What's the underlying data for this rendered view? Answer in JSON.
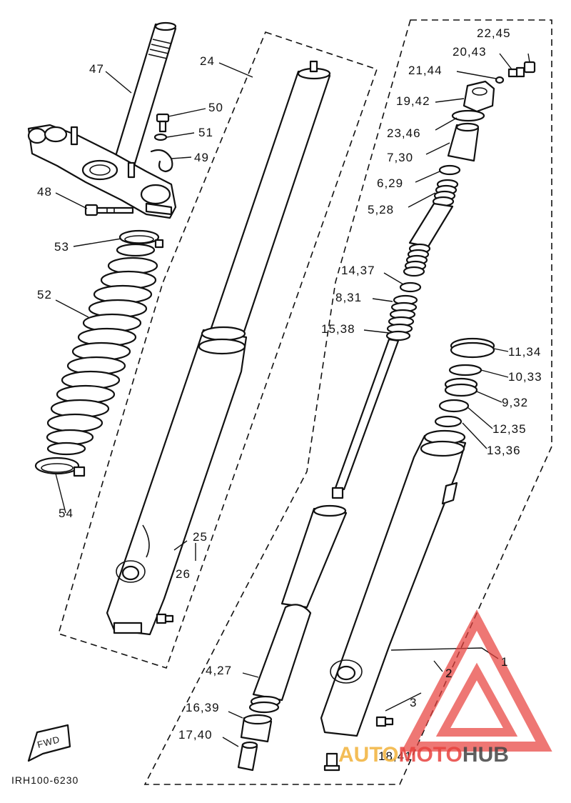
{
  "diagram": {
    "callouts": [
      {
        "id": "c47",
        "text": "47"
      },
      {
        "id": "c24",
        "text": "24"
      },
      {
        "id": "c50",
        "text": "50"
      },
      {
        "id": "c51",
        "text": "51"
      },
      {
        "id": "c49",
        "text": "49"
      },
      {
        "id": "c48",
        "text": "48"
      },
      {
        "id": "c53",
        "text": "53"
      },
      {
        "id": "c52",
        "text": "52"
      },
      {
        "id": "c54",
        "text": "54"
      },
      {
        "id": "c25",
        "text": "25"
      },
      {
        "id": "c26",
        "text": "26"
      },
      {
        "id": "c22_45",
        "text": "22,45"
      },
      {
        "id": "c20_43",
        "text": "20,43"
      },
      {
        "id": "c21_44",
        "text": "21,44"
      },
      {
        "id": "c19_42",
        "text": "19,42"
      },
      {
        "id": "c23_46",
        "text": "23,46"
      },
      {
        "id": "c7_30",
        "text": "7,30"
      },
      {
        "id": "c6_29",
        "text": "6,29"
      },
      {
        "id": "c5_28",
        "text": "5,28"
      },
      {
        "id": "c14_37",
        "text": "14,37"
      },
      {
        "id": "c8_31",
        "text": "8,31"
      },
      {
        "id": "c15_38",
        "text": "15,38"
      },
      {
        "id": "c11_34",
        "text": "11,34"
      },
      {
        "id": "c10_33",
        "text": "10,33"
      },
      {
        "id": "c9_32",
        "text": "9,32"
      },
      {
        "id": "c12_35",
        "text": "12,35"
      },
      {
        "id": "c13_36",
        "text": "13,36"
      },
      {
        "id": "c1",
        "text": "1"
      },
      {
        "id": "c2",
        "text": "2"
      },
      {
        "id": "c3",
        "text": "3"
      },
      {
        "id": "c4_27",
        "text": "4,27"
      },
      {
        "id": "c16_39",
        "text": "16,39"
      },
      {
        "id": "c17_40",
        "text": "17,40"
      },
      {
        "id": "c18_41",
        "text": "18,41"
      }
    ],
    "fwd_label": "FWD",
    "drawing_code": "IRH100-6230"
  },
  "watermark": {
    "word_part1": "AUTO",
    "word_part2": "MOTO",
    "word_part3": "HUB",
    "color_primary": "#e8433f",
    "color_secondary": "#f2b23a",
    "color_dark": "#444444"
  }
}
